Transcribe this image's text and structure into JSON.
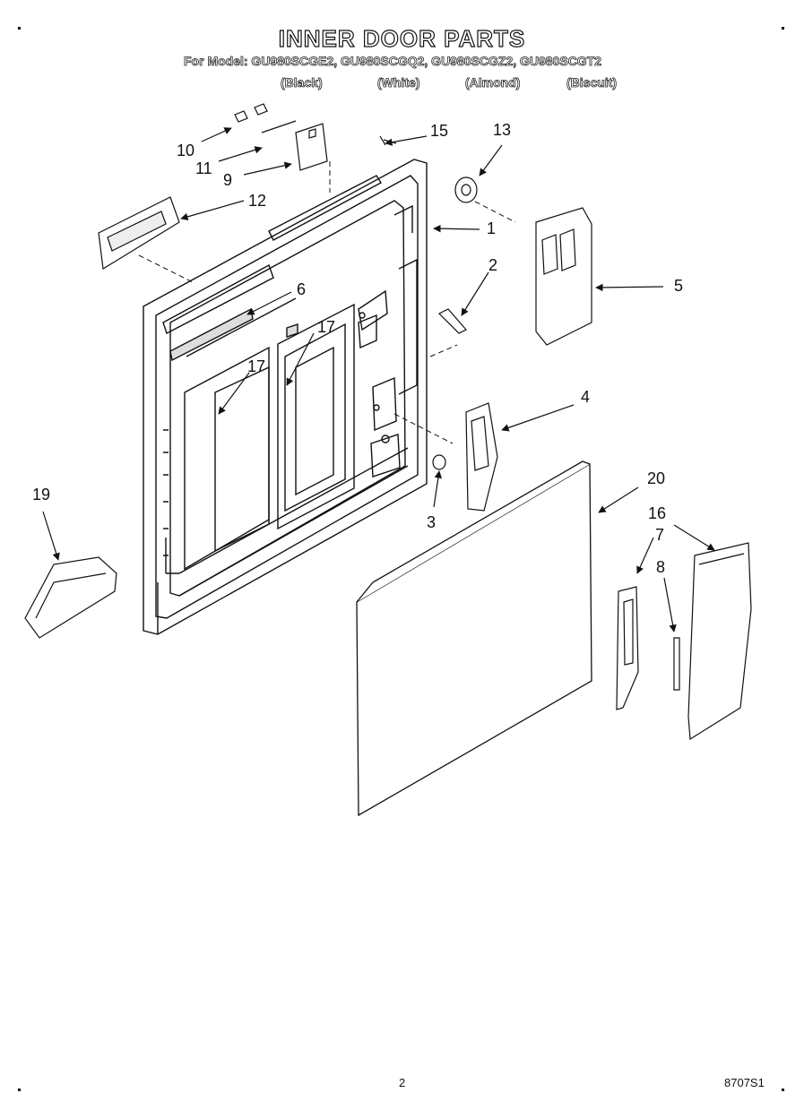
{
  "header": {
    "title": "INNER DOOR PARTS",
    "models_line": "For Model: GU980SCGE2, GU980SCGQ2, GU980SCGZ2, GU980SCGT2",
    "colors": [
      "(Black)",
      "(White)",
      "(Almond)",
      "(Biscuit)"
    ]
  },
  "callouts": [
    "10",
    "11",
    "9",
    "12",
    "15",
    "13",
    "1",
    "2",
    "5",
    "6",
    "17",
    "17",
    "4",
    "3",
    "20",
    "19",
    "16",
    "7",
    "8"
  ],
  "footer": {
    "page_number": "2",
    "doc_number": "8707S1"
  }
}
